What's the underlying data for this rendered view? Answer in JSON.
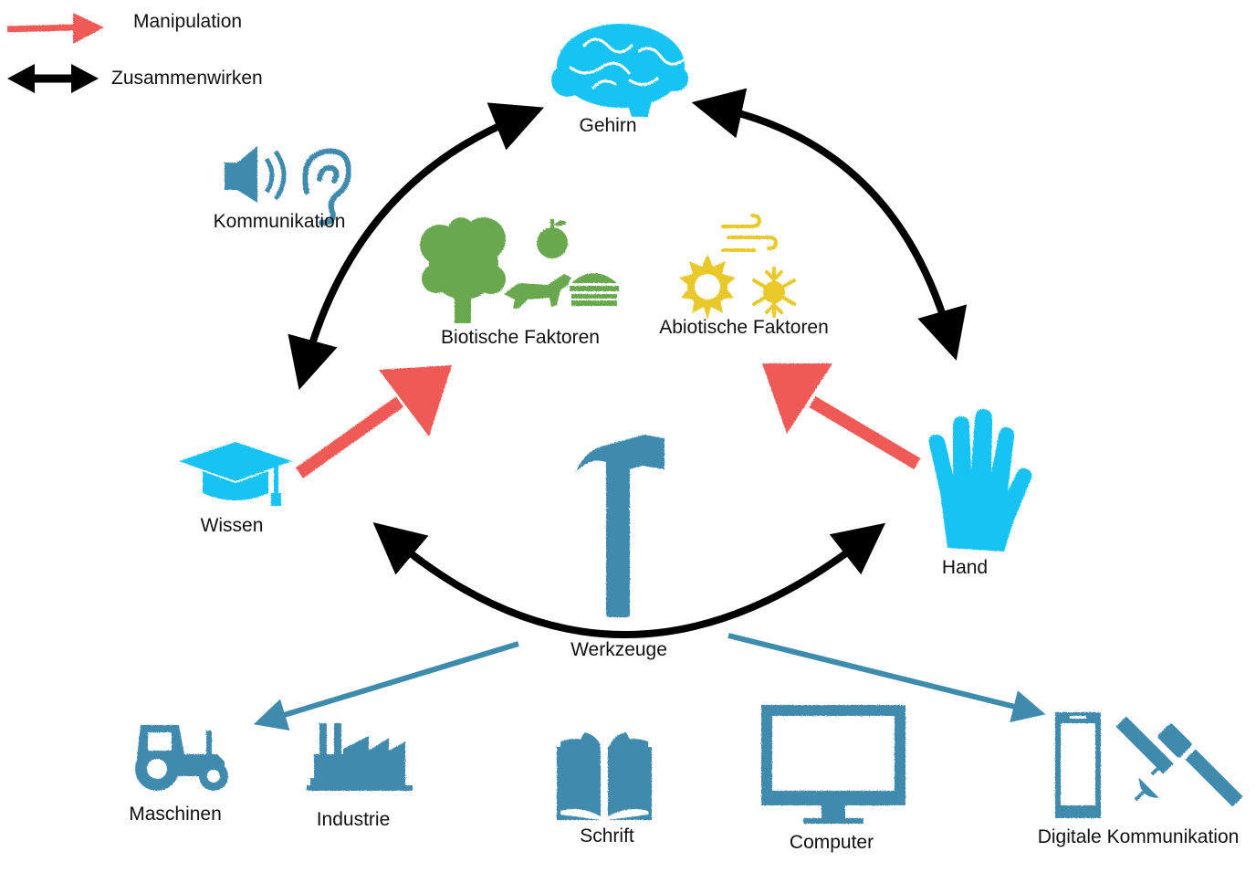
{
  "legend": {
    "manipulation_label": "Manipulation",
    "interaction_label": "Zusammenwirken"
  },
  "nodes": {
    "brain": {
      "label": "Gehirn",
      "icon": "brain-icon"
    },
    "communication": {
      "label": "Kommunikation",
      "icons": [
        "speaker-icon",
        "ear-icon"
      ]
    },
    "biotic": {
      "label": "Biotische Faktoren",
      "icons": [
        "tree-icon",
        "apple-icon",
        "wolf-icon",
        "burger-icon"
      ]
    },
    "abiotic": {
      "label": "Abiotische Faktoren",
      "icons": [
        "wind-icon",
        "sun-icon",
        "snowflake-icon"
      ]
    },
    "knowledge": {
      "label": "Wissen",
      "icon": "graduation-cap-icon"
    },
    "hand": {
      "label": "Hand",
      "icon": "hand-icon"
    },
    "tools": {
      "label": "Werkzeuge",
      "icon": "hammer-icon"
    }
  },
  "outputs": [
    {
      "label": "Maschinen",
      "icon": "tractor-icon"
    },
    {
      "label": "Industrie",
      "icon": "factory-icon"
    },
    {
      "label": "Schrift",
      "icon": "book-icon"
    },
    {
      "label": "Computer",
      "icon": "monitor-icon"
    },
    {
      "label": "Digitale Kommunikation",
      "icons": [
        "smartphone-icon",
        "satellite-icon"
      ]
    }
  ],
  "colors": {
    "manipulation_arrow": "#ef5a56",
    "interaction_arrow": "#000000",
    "brain_hand": "#16c3f2",
    "tools_outputs": "#3f8bad",
    "biotic": "#6aa84f",
    "abiotic": "#e9c82a"
  }
}
